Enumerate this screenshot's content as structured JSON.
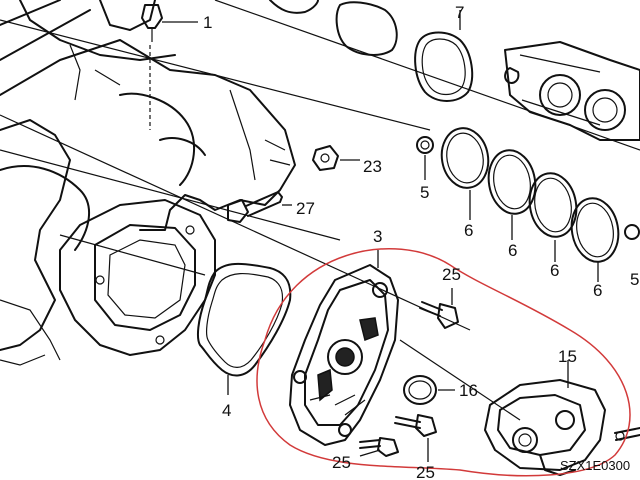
{
  "callouts": {
    "c1": "1",
    "c3": "3",
    "c4": "4",
    "c5a": "5",
    "c5b": "5",
    "c6a": "6",
    "c6b": "6",
    "c6c": "6",
    "c6d": "6",
    "c7": "7",
    "c15": "15",
    "c16": "16",
    "c23": "23",
    "c25a": "25",
    "c25b": "25",
    "c25c": "25",
    "c27": "27"
  },
  "diagram_code": "SZX1E0300",
  "colors": {
    "line": "#111111",
    "highlight_circle": "#d23a3a",
    "background": "#ffffff"
  }
}
